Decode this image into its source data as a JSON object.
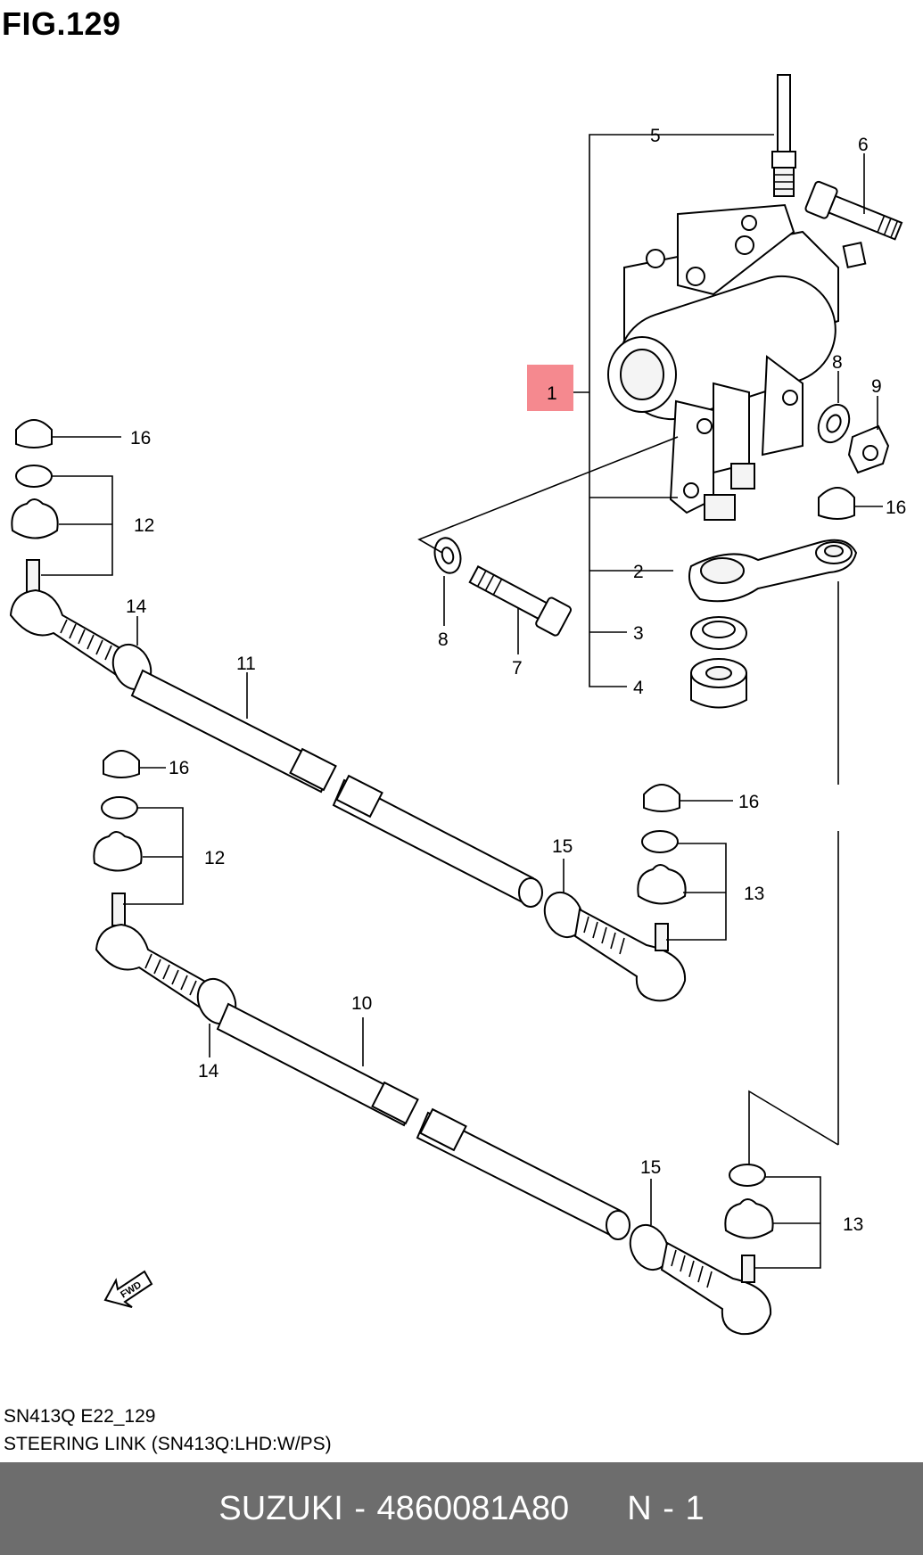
{
  "figure": {
    "title": "FIG.129",
    "code": "SN413Q E22_129",
    "name": "STEERING LINK (SN413Q:LHD:W/PS)"
  },
  "callouts": {
    "c1": "1",
    "c2": "2",
    "c3": "3",
    "c4": "4",
    "c5": "5",
    "c6": "6",
    "c7": "7",
    "c8a": "8",
    "c8b": "8",
    "c9": "9",
    "c10": "10",
    "c11": "11",
    "c12a": "12",
    "c12b": "12",
    "c13a": "13",
    "c13b": "13",
    "c14a": "14",
    "c14b": "14",
    "c15a": "15",
    "c15b": "15",
    "c16a": "16",
    "c16b": "16",
    "c16c": "16",
    "c16d": "16"
  },
  "fwd_label": "FWD",
  "highlight_color": "#f5898f",
  "footer": {
    "brand": "SUZUKI",
    "separator": "-",
    "part_number": "4860081A80",
    "quantity": "N - 1",
    "background": "#6d6d6d"
  }
}
